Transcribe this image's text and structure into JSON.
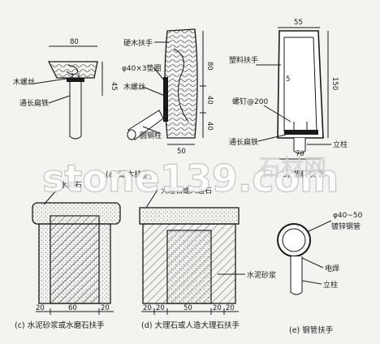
{
  "watermark": {
    "text": "stone139.com",
    "cn": "石材网"
  },
  "panel_a": {
    "caption": "(a) 硬木扶手",
    "labels": {
      "hardwood": "硬木扶手",
      "washer": "φ40×3垫圈",
      "screw_left": "木螺丝",
      "screw_right": "木螺丝",
      "flat_iron": "通长扁铁",
      "round_bar": "圆钢柱"
    },
    "dims": {
      "w80": "80",
      "h45": "45",
      "h80": "80",
      "h40a": "40",
      "h40b": "40",
      "w50": "50"
    }
  },
  "panel_b": {
    "caption": "(b) 塑料扶手",
    "labels": {
      "plastic": "塑料扶手",
      "screw": "螺钉@200",
      "flat_iron": "通长扁铁",
      "post": "立柱"
    },
    "dims": {
      "w55": "55",
      "h150": "150",
      "h5": "5",
      "w70": "70"
    }
  },
  "panel_c": {
    "caption": "(c) 水泥砂浆或水磨石扶手",
    "labels": {
      "terrazzo": "水磨石"
    },
    "dims": {
      "d20a": "20",
      "d60": "60",
      "d20b": "20"
    }
  },
  "panel_d": {
    "caption": "(d) 大理石或人造大理石扶手",
    "labels": {
      "marble": "大理石或人造石",
      "mortar": "水泥砂浆"
    },
    "dims": {
      "d20a": "20",
      "d20b": "20",
      "d50": "50",
      "d20c": "20",
      "d20d": "20"
    }
  },
  "panel_e": {
    "caption": "(e) 钢管扶手",
    "labels": {
      "pipe_size": "φ40~50",
      "pipe": "镀锌钢管",
      "weld": "电焊",
      "post": "立柱"
    }
  }
}
